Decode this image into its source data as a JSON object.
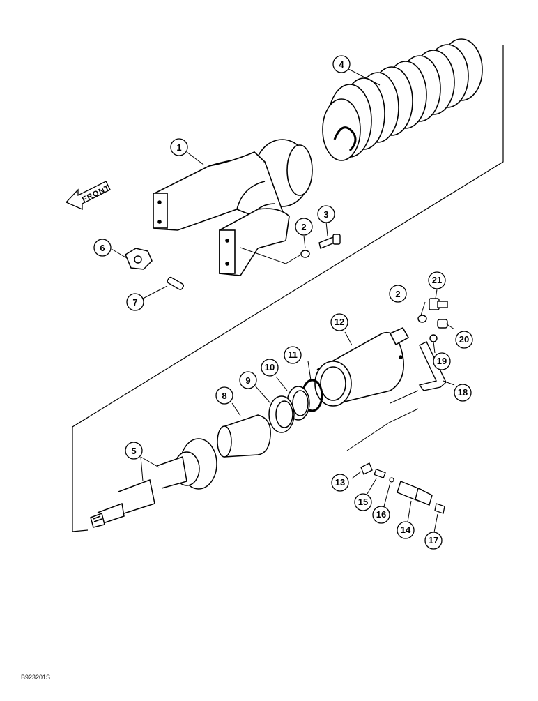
{
  "diagram": {
    "front_label": "FRONT",
    "drawing_id": "B923201S",
    "callouts": [
      "1",
      "2",
      "3",
      "4",
      "5",
      "6",
      "7",
      "8",
      "9",
      "10",
      "11",
      "12",
      "13",
      "14",
      "15",
      "16",
      "17",
      "18",
      "19",
      "20",
      "21"
    ],
    "callout_2_repeat": "2"
  }
}
